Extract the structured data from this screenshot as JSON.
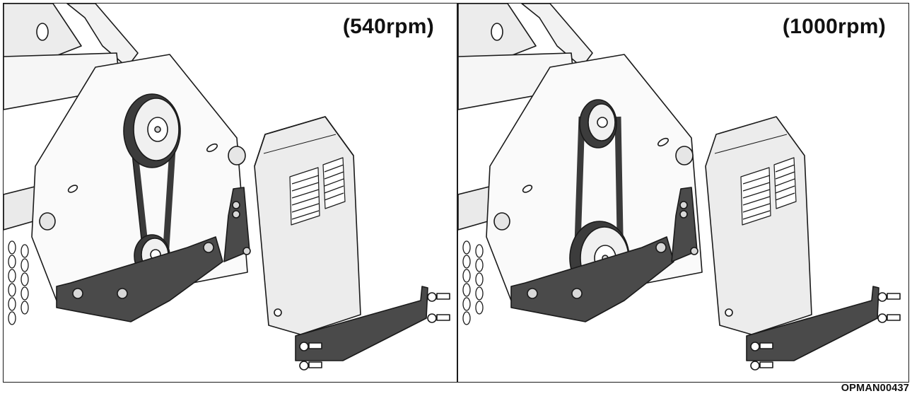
{
  "panels": [
    {
      "label": "(540rpm)",
      "pulley_arrangement": "large-top-small-bottom"
    },
    {
      "label": "(1000rpm)",
      "pulley_arrangement": "small-top-large-bottom"
    }
  ],
  "figure_code": "OPMAN00437",
  "colors": {
    "line": "#1a1a1a",
    "part_fill": "#ececec",
    "shade": "#cfcfcf",
    "bracket": "#4a4a4a",
    "belt": "#3a3a3a"
  }
}
